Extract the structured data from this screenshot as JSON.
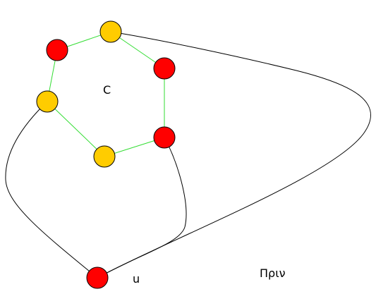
{
  "diagram": {
    "labels": {
      "cycle": "C",
      "vertex": "u",
      "caption": "Πριν"
    },
    "colors": {
      "background": "#ffffff",
      "red_node": "#ff0000",
      "yellow_node": "#ffcc00",
      "node_outline": "#000000",
      "cycle_edge": "#33dd33",
      "outer_edge": "#000000"
    },
    "cycle_nodes": [
      {
        "id": "n1",
        "color": "yellow"
      },
      {
        "id": "n2",
        "color": "red"
      },
      {
        "id": "n3",
        "color": "red"
      },
      {
        "id": "n4",
        "color": "yellow"
      },
      {
        "id": "n5",
        "color": "yellow"
      },
      {
        "id": "n6",
        "color": "red"
      }
    ],
    "u_node": {
      "id": "u",
      "color": "red"
    },
    "cycle_edges": [
      [
        "n1",
        "n2"
      ],
      [
        "n2",
        "n3"
      ],
      [
        "n3",
        "n4"
      ],
      [
        "n4",
        "n5"
      ],
      [
        "n5",
        "n6"
      ],
      [
        "n6",
        "n1"
      ]
    ],
    "outer_edges": [
      [
        "u",
        "n1"
      ],
      [
        "u",
        "n3"
      ],
      [
        "u",
        "n5"
      ]
    ]
  }
}
